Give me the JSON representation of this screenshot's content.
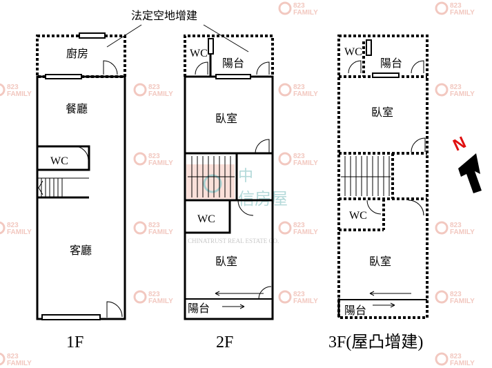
{
  "watermark": {
    "number": "823",
    "word": "FAMILY"
  },
  "logo": {
    "name": "中信房屋",
    "sub": "CHINATRUST REAL ESTATE CO.",
    "first": "中",
    "rest": "信房屋"
  },
  "annotation": "法定空地增建",
  "compass": "N",
  "floors": {
    "f1": {
      "title": "1F",
      "kitchen": "廚房",
      "dining": "餐廳",
      "wc": "WC",
      "living": "客廳"
    },
    "f2": {
      "title": "2F",
      "wc": "WC",
      "balcony_top": "陽台",
      "bedroom1": "臥室",
      "wc2": "WC",
      "bedroom2": "臥室",
      "balcony_bottom": "陽台"
    },
    "f3": {
      "title": "3F(屋凸增建)",
      "wc": "WC",
      "balcony_top": "陽台",
      "bedroom1": "臥室",
      "wc2": "WC",
      "bedroom2": "臥室",
      "balcony_bottom": "陽台"
    }
  }
}
